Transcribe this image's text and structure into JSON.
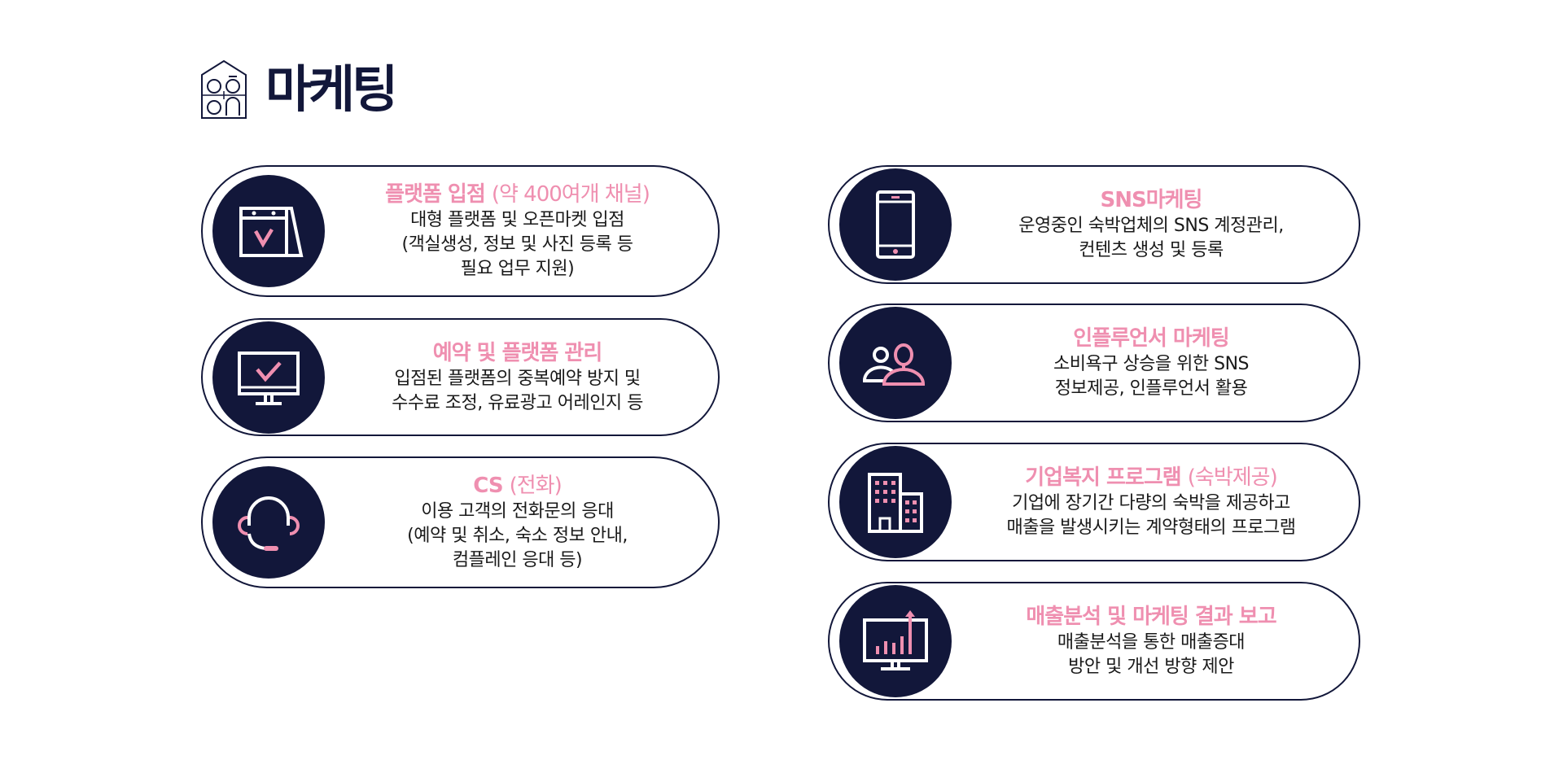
{
  "header": {
    "title": "마케팅",
    "logo_text": "oo on"
  },
  "colors": {
    "navy": "#12173a",
    "pink": "#ef8fb0"
  },
  "cards": [
    {
      "icon": "calendar-check-icon",
      "title": "플랫폼 입점",
      "title_sub": "(약 400여개 채널)",
      "lines": [
        "대형 플랫폼 및 오픈마켓 입점",
        "(객실생성, 정보 및 사진 등록 등",
        "필요 업무 지원)"
      ]
    },
    {
      "icon": "monitor-check-icon",
      "title": "예약 및 플랫폼 관리",
      "title_sub": "",
      "lines": [
        "입점된 플랫폼의 중복예약 방지 및",
        "수수료 조정, 유료광고 어레인지 등"
      ]
    },
    {
      "icon": "headset-icon",
      "title": "CS",
      "title_sub": "(전화)",
      "lines": [
        "이용 고객의 전화문의 응대",
        "(예약 및 취소, 숙소 정보 안내,",
        "컴플레인 응대 등)"
      ]
    },
    {
      "icon": "smartphone-icon",
      "title": "SNS마케팅",
      "title_sub": "",
      "lines": [
        "운영중인 숙박업체의 SNS 계정관리,",
        "컨텐츠 생성 및 등록"
      ]
    },
    {
      "icon": "users-icon",
      "title": "인플루언서 마케팅",
      "title_sub": "",
      "lines": [
        "소비욕구 상승을 위한 SNS",
        "정보제공, 인플루언서 활용"
      ]
    },
    {
      "icon": "building-icon",
      "title": "기업복지 프로그램",
      "title_sub": "(숙박제공)",
      "lines": [
        "기업에 장기간 다량의 숙박을 제공하고",
        "매출을 발생시키는 계약형태의 프로그램"
      ]
    },
    {
      "icon": "chart-monitor-icon",
      "title": "매출분석 및 마케팅 결과 보고",
      "title_sub": "",
      "lines": [
        "매출분석을 통한 매출증대",
        "방안 및 개선 방향 제안"
      ]
    }
  ]
}
